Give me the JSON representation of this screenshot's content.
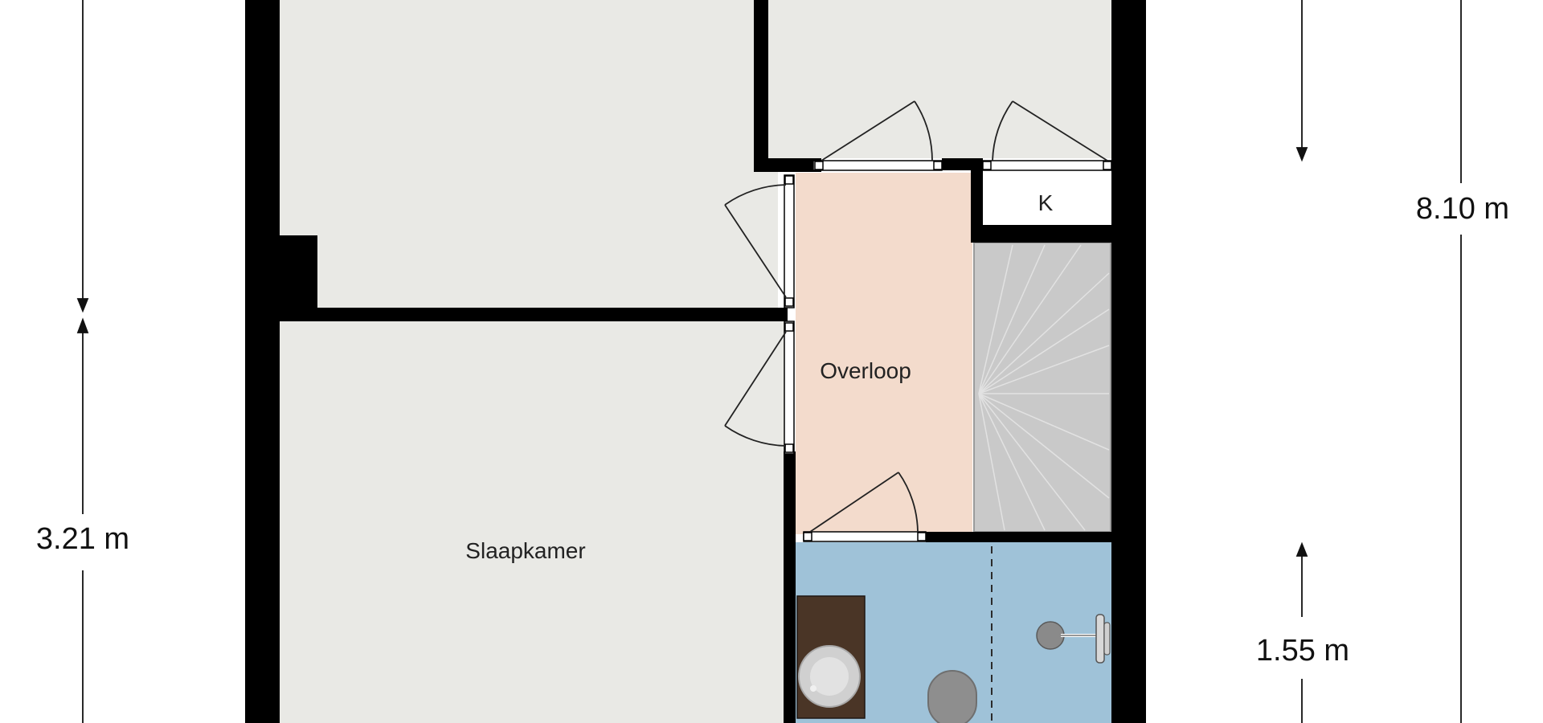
{
  "rooms": {
    "overloop": "Overloop",
    "slaapkamer": "Slaapkamer",
    "kast": "K"
  },
  "dimensions": {
    "left_height": "3.21 m",
    "right_total": "8.10 m",
    "right_partial": "1.55 m"
  },
  "colors": {
    "wall": "#000000",
    "floor": "#e9e9e5",
    "overloop_floor": "#f3dbcc",
    "bathroom_floor": "#9fc2d8",
    "stair_fill": "#c9c9c9",
    "cabinet_wood": "#4a3526",
    "dimension_line": "#111111"
  },
  "icons": [
    "door-swing-icon",
    "staircase-icon",
    "washbasin-icon",
    "toilet-icon",
    "shower-icon"
  ]
}
